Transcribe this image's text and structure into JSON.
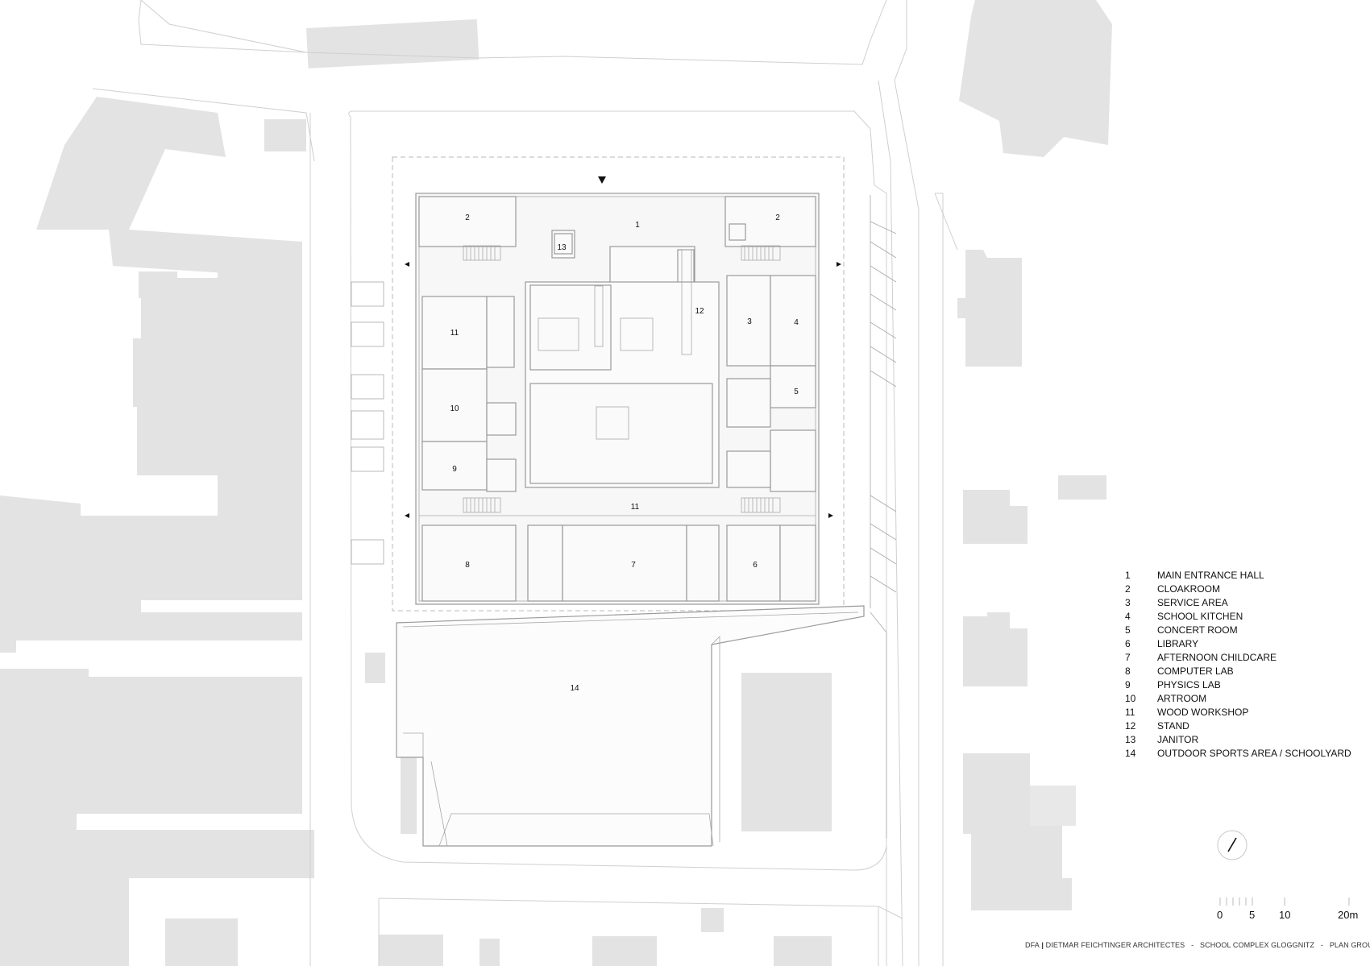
{
  "rooms": [
    {
      "num": "1"
    },
    {
      "num": "2"
    },
    {
      "num": "2"
    },
    {
      "num": "13"
    },
    {
      "num": "12"
    },
    {
      "num": "3"
    },
    {
      "num": "4"
    },
    {
      "num": "5"
    },
    {
      "num": "11"
    },
    {
      "num": "10"
    },
    {
      "num": "9"
    },
    {
      "num": "11"
    },
    {
      "num": "8"
    },
    {
      "num": "7"
    },
    {
      "num": "6"
    },
    {
      "num": "14"
    }
  ],
  "legend": [
    {
      "num": "1",
      "text": "MAIN ENTRANCE HALL"
    },
    {
      "num": "2",
      "text": "CLOAKROOM"
    },
    {
      "num": "3",
      "text": "SERVICE AREA"
    },
    {
      "num": "4",
      "text": "SCHOOL KITCHEN"
    },
    {
      "num": "5",
      "text": "CONCERT ROOM"
    },
    {
      "num": "6",
      "text": "LIBRARY"
    },
    {
      "num": "7",
      "text": "AFTERNOON CHILDCARE"
    },
    {
      "num": "8",
      "text": "COMPUTER LAB"
    },
    {
      "num": "9",
      "text": "PHYSICS LAB"
    },
    {
      "num": "10",
      "text": "ARTROOM"
    },
    {
      "num": "11",
      "text": "WOOD WORKSHOP"
    },
    {
      "num": "12",
      "text": "STAND"
    },
    {
      "num": "13",
      "text": "JANITOR"
    },
    {
      "num": "14",
      "text": "OUTDOOR SPORTS AREA / SCHOOLYARD"
    }
  ],
  "scale_bar": {
    "labels": [
      "0",
      "5",
      "10",
      "20m"
    ]
  },
  "footer": {
    "office_short": "DFA",
    "office": "DIETMAR FEICHTINGER ARCHITECTES",
    "project": "SCHOOL COMPLEX GLOGGNITZ",
    "drawing": "PLAN GROUND FLOOR"
  },
  "colors": {
    "building_fill": "#e3e3e3",
    "line": "#9a9a9a",
    "background": "#ffffff"
  },
  "icons": {
    "north_arrow": "north-arrow-icon",
    "entrance_marker": "entrance-triangle-icon"
  }
}
